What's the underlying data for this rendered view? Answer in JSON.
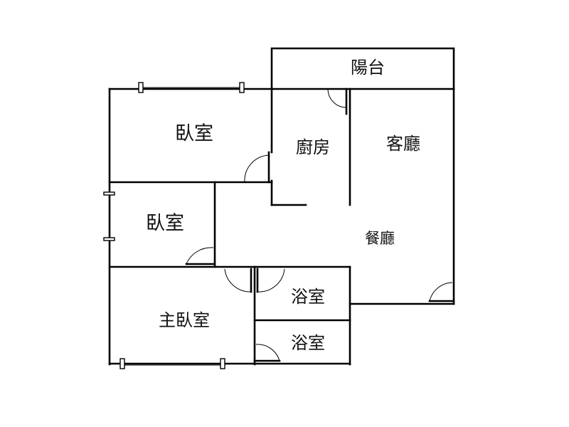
{
  "rooms": {
    "balcony": "陽台",
    "bedroom_1": "臥室",
    "kitchen": "廚房",
    "living_room": "客廳",
    "bedroom_2": "臥室",
    "dining_room": "餐廳",
    "master_bedroom": "主臥室",
    "bathroom_1": "浴室",
    "bathroom_2": "浴室"
  }
}
